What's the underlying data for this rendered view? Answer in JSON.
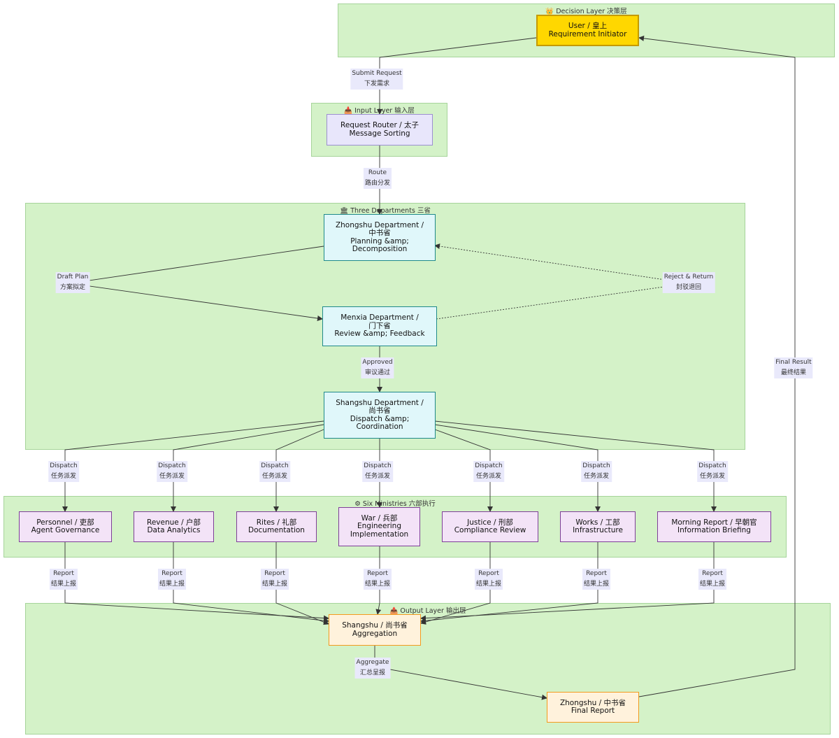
{
  "clusters": {
    "decision": {
      "icon": "👑",
      "label": "Decision Layer 决策层"
    },
    "input": {
      "icon": "📥",
      "label": "Input Layer 输入层"
    },
    "three": {
      "icon": "🏛",
      "label": "Three Departments 三省"
    },
    "six": {
      "icon": "⚙",
      "label": "Six Ministries 六部执行"
    },
    "output": {
      "icon": "📤",
      "label": "Output Layer 输出层"
    }
  },
  "nodes": {
    "user": "User / 皇上\nRequirement Initiator",
    "router": "Request Router / 太子\nMessage Sorting",
    "zhongshu": "Zhongshu Department /\n中书省\nPlanning &amp;\nDecomposition",
    "menxia": "Menxia Department /\n门下省\nReview &amp; Feedback",
    "shangshu": "Shangshu Department /\n尚书省\nDispatch &amp;\nCoordination",
    "personnel": "Personnel / 吏部\nAgent Governance",
    "revenue": "Revenue / 户部\nData Analytics",
    "rites": "Rites / 礼部\nDocumentation",
    "war": "War / 兵部\nEngineering\nImplementation",
    "justice": "Justice / 刑部\nCompliance Review",
    "works": "Works / 工部\nInfrastructure",
    "morning": "Morning Report / 早朝官\nInformation Briefing",
    "agg": "Shangshu / 尚书省\nAggregation",
    "final": "Zhongshu / 中书省\nFinal Report"
  },
  "edge_labels": {
    "submit": [
      "Submit Request",
      "下发需求"
    ],
    "route": [
      "Route",
      "路由分发"
    ],
    "draft": [
      "Draft Plan",
      "方案拟定"
    ],
    "reject": [
      "Reject & Return",
      "封驳退回"
    ],
    "approved": [
      "Approved",
      "审议通过"
    ],
    "dispatch": [
      "Dispatch",
      "任务派发"
    ],
    "report": [
      "Report",
      "结果上报"
    ],
    "aggregate": [
      "Aggregate",
      "汇总呈报"
    ],
    "final_result": [
      "Final Result",
      "最终结果"
    ]
  }
}
